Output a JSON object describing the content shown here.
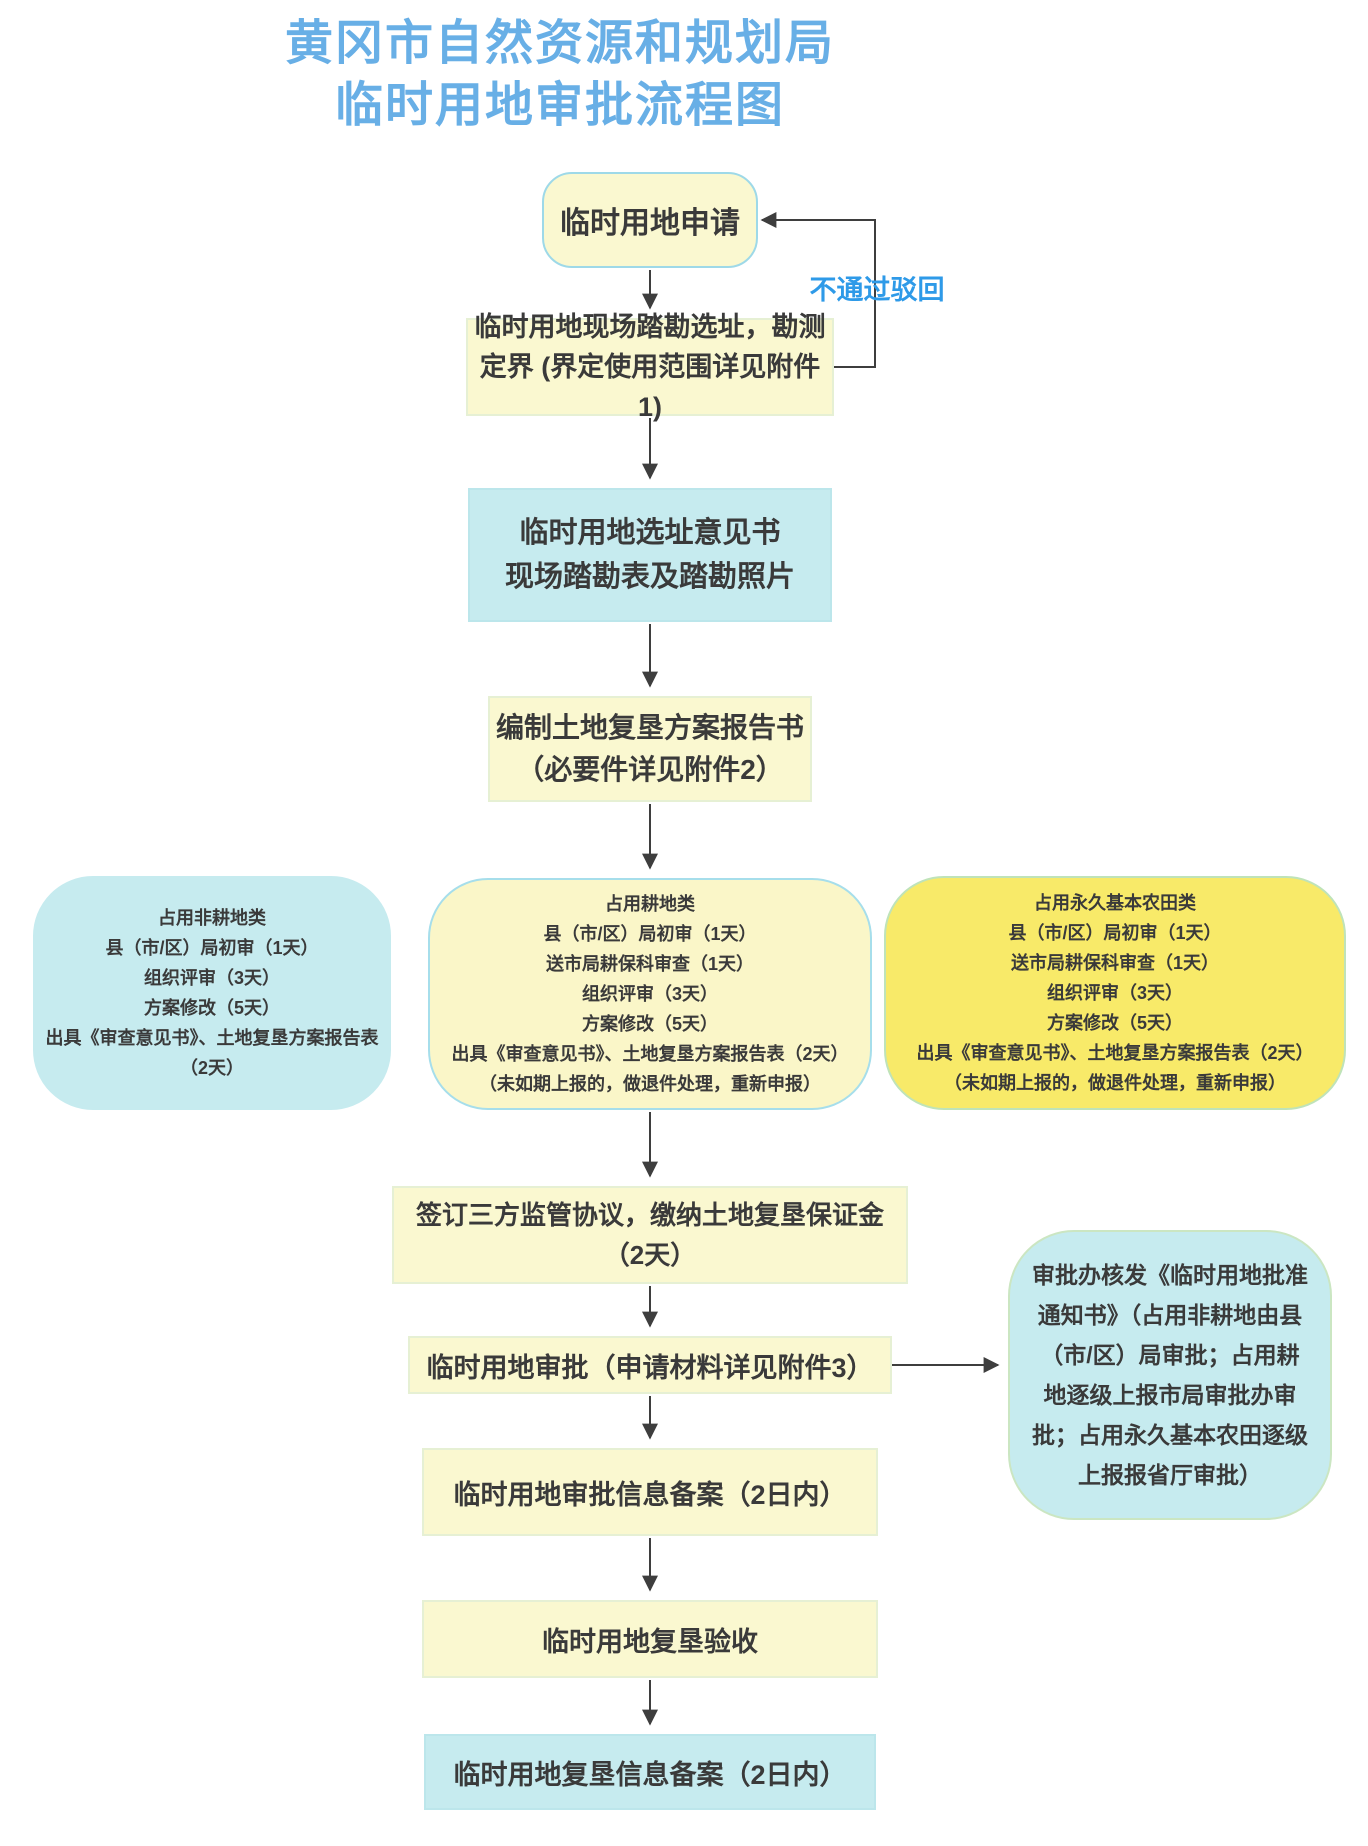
{
  "title": {
    "line1": "黄冈市自然资源和规划局",
    "line2": "临时用地审批流程图"
  },
  "flow": {
    "apply": "临时用地申请",
    "reject_label": "不通过驳回",
    "survey": "临时用地现场踏勘选址，勘测\n定界 (界定使用范围详见附件1)",
    "opinion": "临时用地选址意见书\n现场踏勘表及踏勘照片",
    "plan": "编制土地复垦方案报告书\n（必要件详见附件2）",
    "cat_non_arable": "占用非耕地类\n县（市/区）局初审（1天）\n组织评审（3天）\n方案修改（5天）\n出具《审查意见书》、土地复垦方案报告表\n（2天）",
    "cat_arable": "占用耕地类\n县（市/区）局初审（1天）\n送市局耕保科审查（1天）\n组织评审（3天）\n方案修改（5天）\n出具《审查意见书》、土地复垦方案报告表（2天）\n（未如期上报的，做退件处理，重新申报）",
    "cat_farmland": "占用永久基本农田类\n县（市/区）局初审（1天）\n送市局耕保科审查（1天）\n组织评审（3天）\n方案修改（5天）\n出具《审查意见书》、土地复垦方案报告表（2天）\n（未如期上报的，做退件处理，重新申报）",
    "agreement": "签订三方监管协议，缴纳土地复垦保证金\n（2天）",
    "approval": "临时用地审批（申请材料详见附件3）",
    "approval_note": "审批办核发《临时用地批准\n通知书》（占用非耕地由县\n（市/区）局审批；占用耕\n地逐级上报市局审批办审\n批；占用永久基本农田逐级\n上报报省厅审批）",
    "record_approval": "临时用地审批信息备案（2日内）",
    "acceptance": "临时用地复垦验收",
    "record_reclaim": "临时用地复垦信息备案（2日内）"
  },
  "colors": {
    "title_blue": "#68afe6",
    "reject_blue": "#2e9ae8",
    "pale_yellow_fill": "#faf8d0",
    "mid_yellow_fill": "#faf6c8",
    "strong_yellow_fill": "#f8ea69",
    "cyan_fill": "#c6ebef",
    "green_border": "#bfe3b9",
    "cyan_border": "#9ed9e8",
    "arrow": "#3e3e3e",
    "text": "#3a3a3a"
  }
}
